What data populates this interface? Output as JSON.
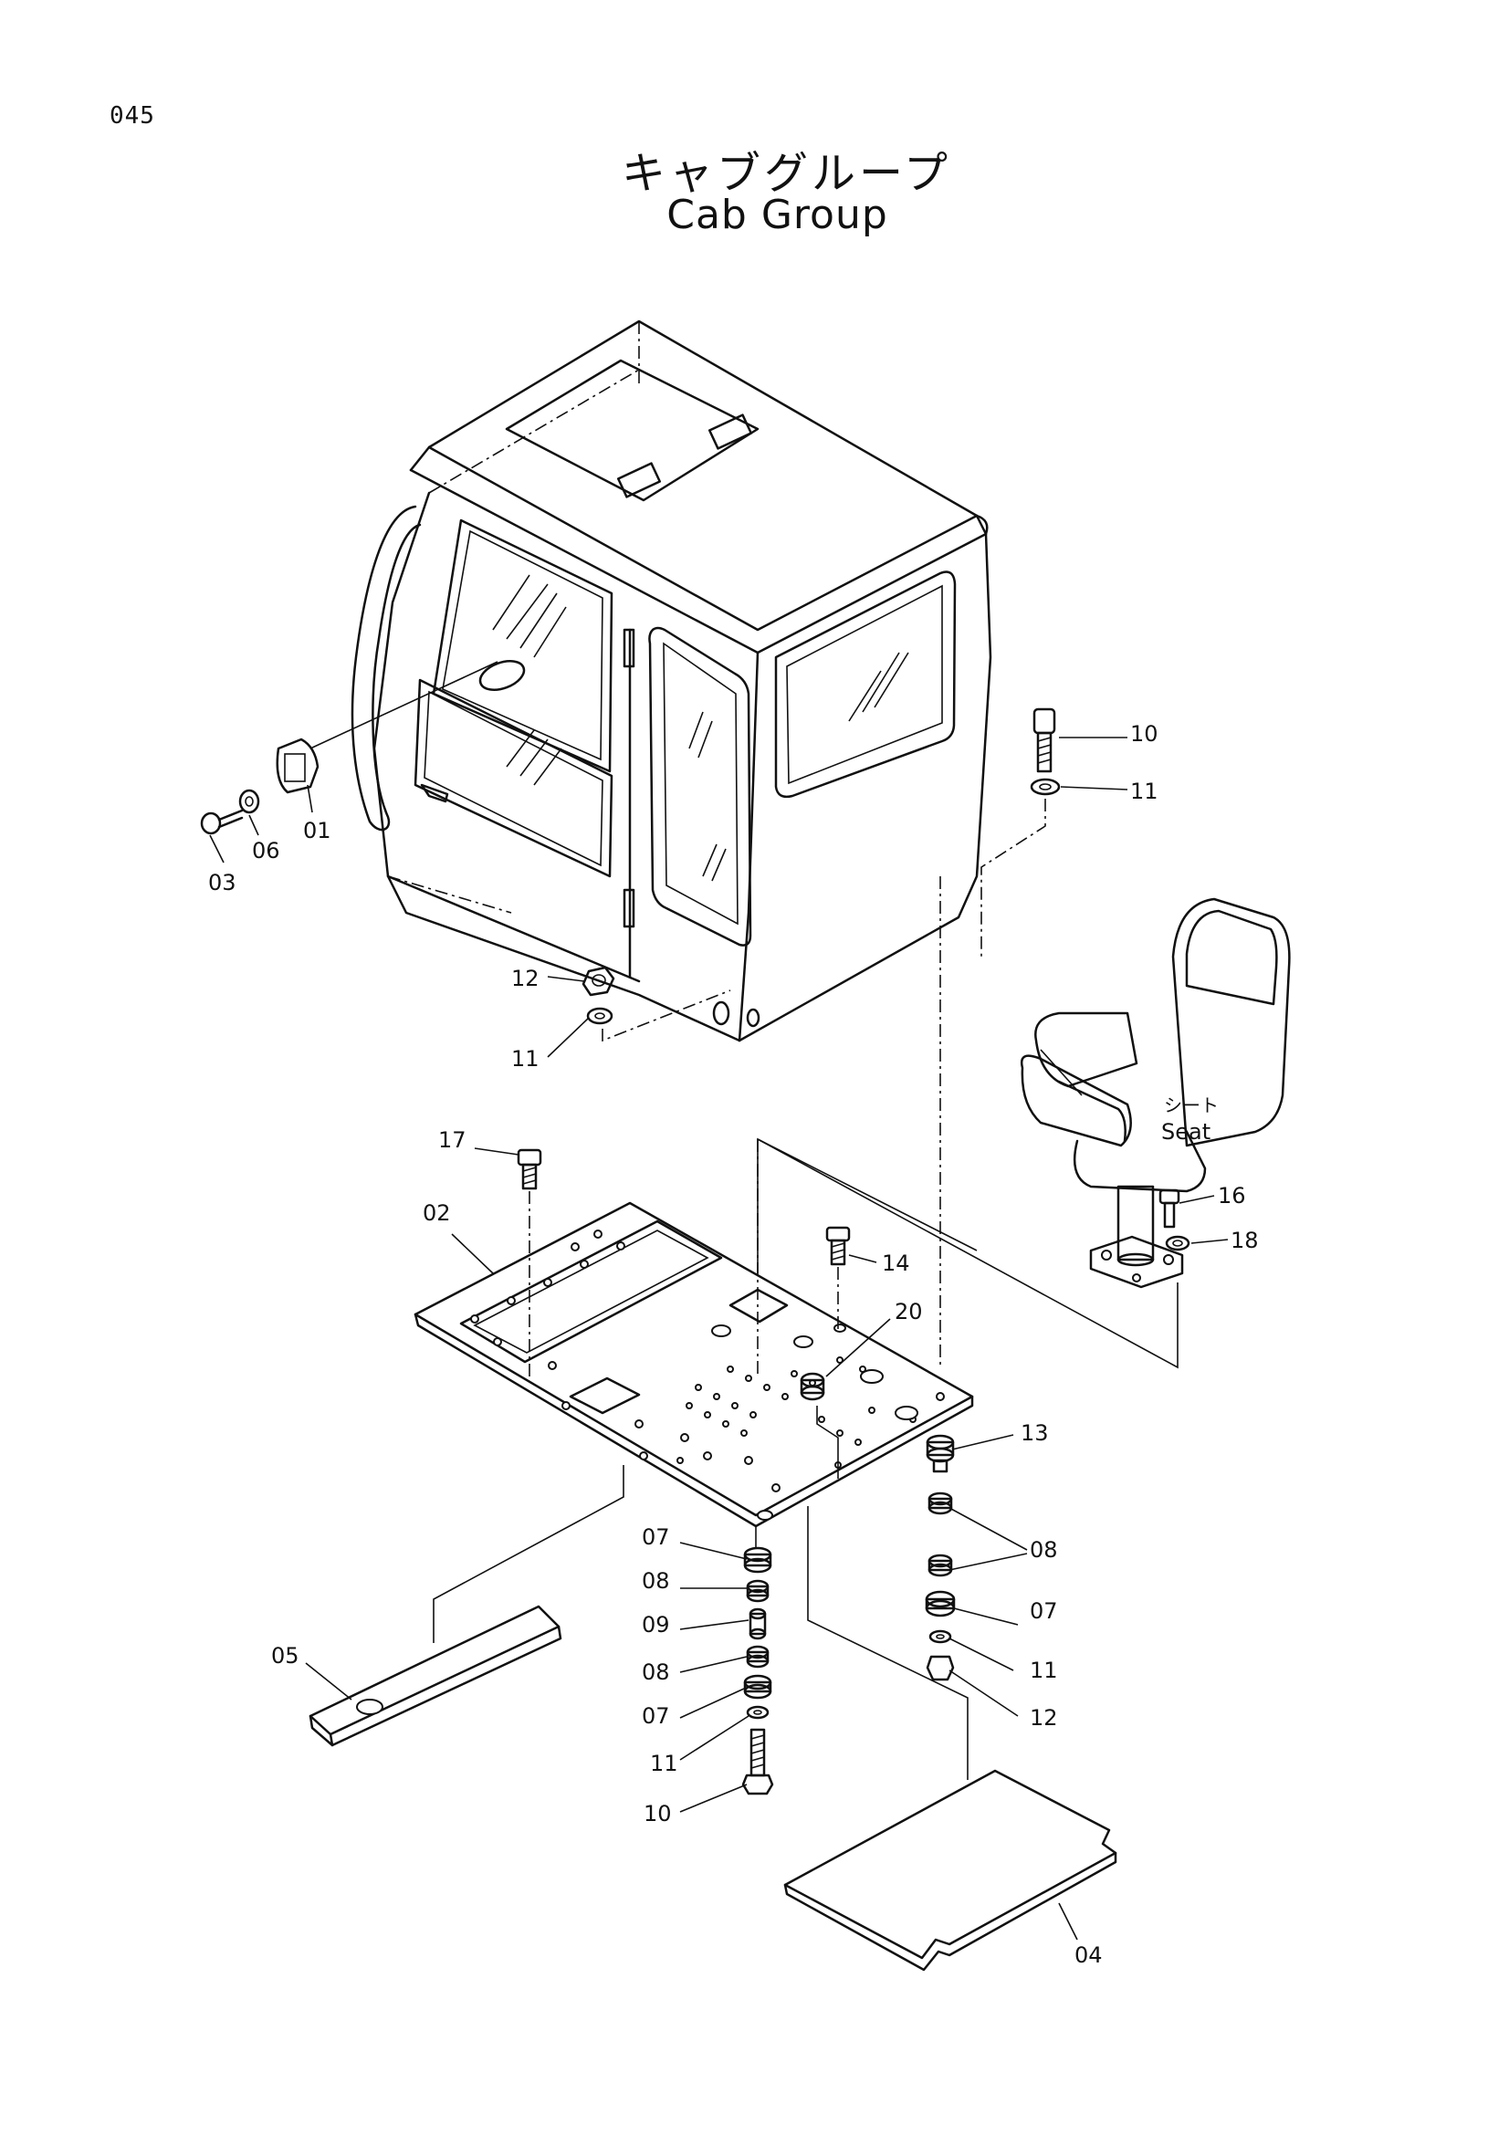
{
  "page_number": "045",
  "title_jp": "キャブグループ",
  "title_en": "Cab Group",
  "seat_label_jp": "シート",
  "seat_label_en": "Seat",
  "callouts": [
    "01",
    "02",
    "03",
    "04",
    "05",
    "06",
    "07",
    "08",
    "09",
    "10",
    "11",
    "12",
    "13",
    "14",
    "16",
    "17",
    "18",
    "20"
  ],
  "callout_text": {
    "c01": "01",
    "c02": "02",
    "c03": "03",
    "c04": "04",
    "c05": "05",
    "c06": "06",
    "c07a": "07",
    "c07b": "07",
    "c07c": "07",
    "c08a": "08",
    "c08b": "08",
    "c08c": "08",
    "c09": "09",
    "c10a": "10",
    "c10b": "10",
    "c11a": "11",
    "c11b": "11",
    "c11c": "11",
    "c11d": "11",
    "c12a": "12",
    "c12b": "12",
    "c13": "13",
    "c14": "14",
    "c16": "16",
    "c17": "17",
    "c18": "18",
    "c20": "20"
  }
}
